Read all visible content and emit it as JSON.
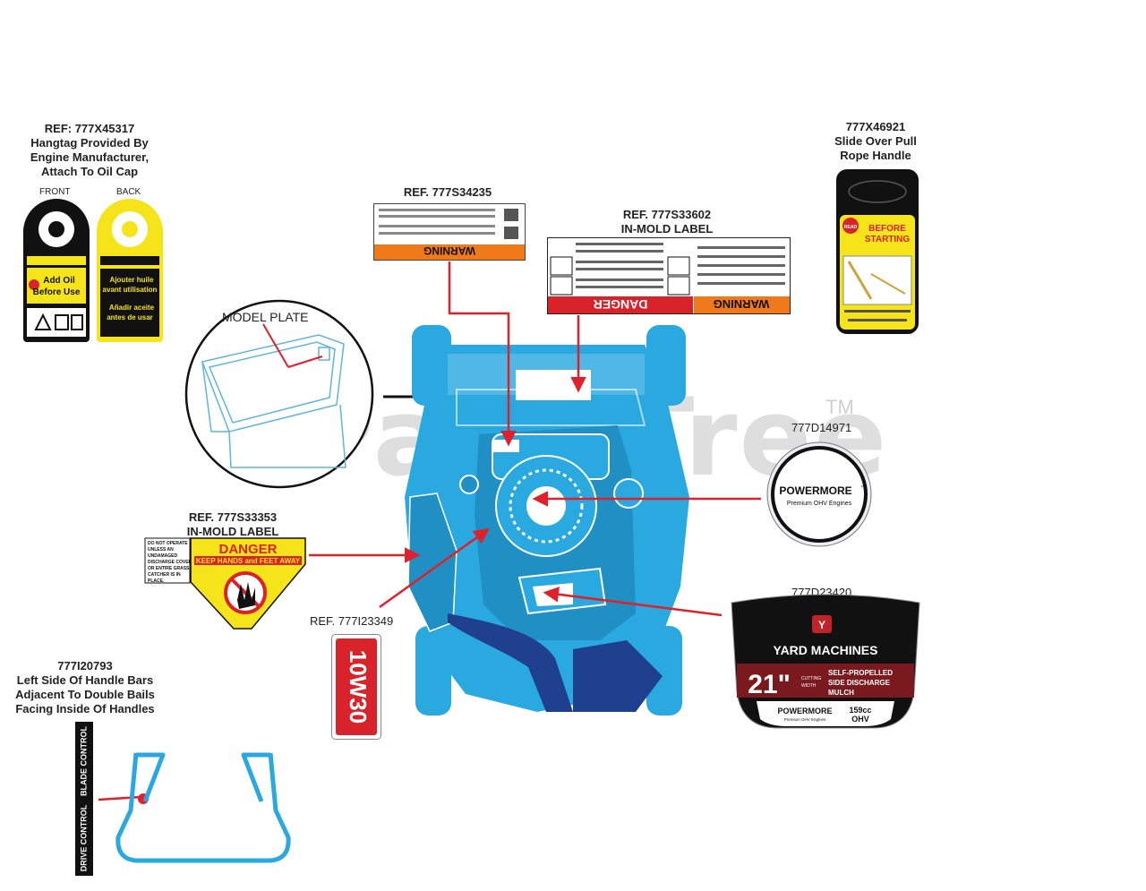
{
  "watermark": "PartsTree",
  "watermark_tm": "TM",
  "labels": {
    "hangtag": {
      "lines": [
        "REF: 777X45317",
        "Hangtag Provided By",
        "Engine Manufacturer,",
        "Attach To Oil Cap"
      ],
      "front_label": "FRONT",
      "back_label": "BACK",
      "front_text": [
        "Add Oil",
        "Before Use"
      ],
      "back_text": [
        "Ajouter huile",
        "avant utilisation",
        "Añadir aceite",
        "antes de usar"
      ]
    },
    "ref_34235": {
      "caption": "REF. 777S34235",
      "signal": "WARNING"
    },
    "ref_33602": {
      "lines": [
        "REF. 777S33602",
        "IN-MOLD LABEL"
      ],
      "signal_left": "DANGER",
      "signal_right": "WARNING"
    },
    "ref_46921": {
      "lines": [
        "777X46921",
        "Slide Over Pull",
        "Rope Handle"
      ],
      "badge": "READ",
      "headline": [
        "BEFORE",
        "STARTING"
      ]
    },
    "model_plate": "MODEL PLATE",
    "ref_14971": {
      "caption": "777D14971",
      "brand": "POWERMORE",
      "tm": "™",
      "sub": "Premium OHV Engines"
    },
    "ref_33353": {
      "lines": [
        "REF. 777S33353",
        "IN-MOLD LABEL"
      ],
      "side_text": [
        "DO NOT OPERATE",
        "UNLESS AN",
        "UNDAMAGED",
        "DISCHARGE COVER",
        "OR ENTIRE GRASS",
        "CATCHER IS IN",
        "PLACE."
      ],
      "danger": "DANGER",
      "keep": "KEEP HANDS and FEET AWAY"
    },
    "ref_23349": {
      "caption": "REF. 777I23349",
      "oil": "10W30"
    },
    "ref_23420": {
      "caption": "777D23420",
      "brand": "YARD MACHINES",
      "size": "21\"",
      "cutting": [
        "CUTTING",
        "WIDTH"
      ],
      "features": [
        "SELF-PROPELLED",
        "SIDE DISCHARGE",
        "MULCH"
      ],
      "engine_brand": "POWERMORE",
      "engine_sub": "Premium OHV Engines",
      "cc": "159cc",
      "ohv": "OHV"
    },
    "ref_20793": {
      "lines": [
        "777I20793",
        "Left Side Of Handle Bars",
        "Adjacent To Double Bails",
        "Facing Inside Of Handles"
      ],
      "blade": "BLADE CONTROL",
      "drive": "DRIVE CONTROL"
    }
  },
  "colors": {
    "mower_blue": "#29a9e0",
    "mower_dark": "#1f3f8f",
    "arrow_red": "#e0202a",
    "warning_orange": "#f07a1a",
    "danger_red": "#d9232a",
    "label_yellow": "#f6e41a"
  }
}
